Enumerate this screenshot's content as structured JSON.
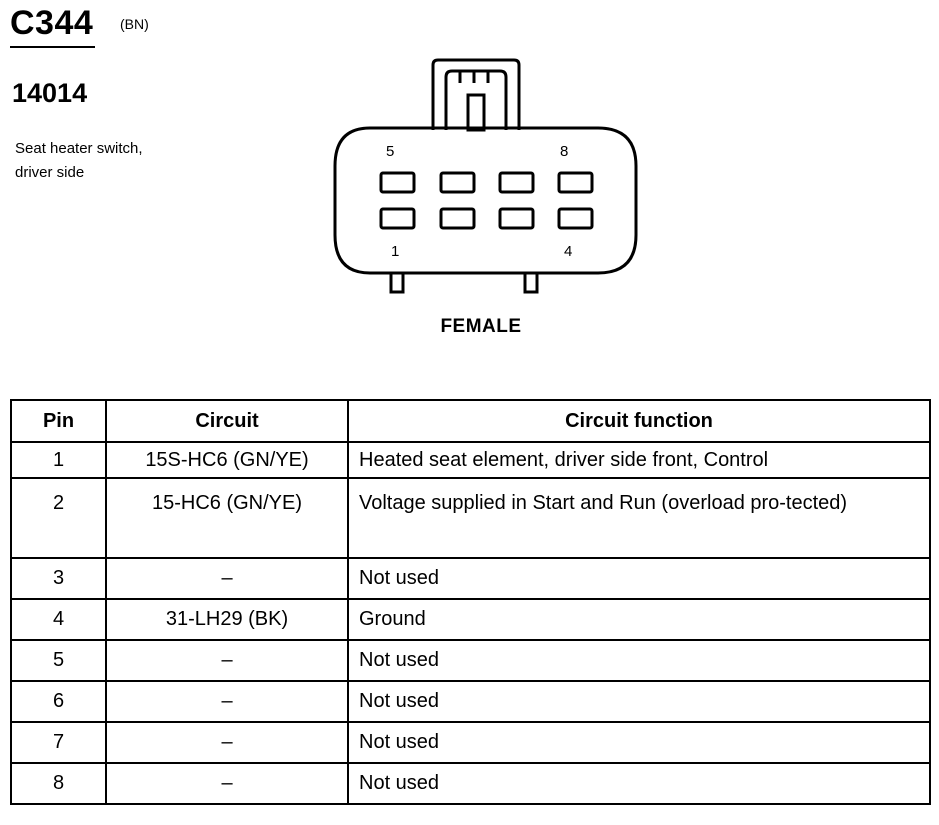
{
  "connector": {
    "id": "C344",
    "color_code": "(BN)",
    "part_number": "14014",
    "description_line1": "Seat heater switch,",
    "description_line2": "driver side"
  },
  "diagram": {
    "pin_labels": {
      "top_left": "5",
      "top_right": "8",
      "bottom_left": "1",
      "bottom_right": "4"
    },
    "view_label": "FEMALE"
  },
  "table": {
    "headers": [
      "Pin",
      "Circuit",
      "Circuit function"
    ],
    "rows": [
      {
        "pin": "1",
        "circuit": "15S-HC6 (GN/YE)",
        "function": "Heated seat element, driver side front, Control"
      },
      {
        "pin": "2",
        "circuit": "15-HC6 (GN/YE)",
        "function": "Voltage supplied in Start and Run (overload pro-tected)"
      },
      {
        "pin": "3",
        "circuit": "–",
        "function": "Not used"
      },
      {
        "pin": "4",
        "circuit": "31-LH29 (BK)",
        "function": "Ground"
      },
      {
        "pin": "5",
        "circuit": "–",
        "function": "Not used"
      },
      {
        "pin": "6",
        "circuit": "–",
        "function": "Not used"
      },
      {
        "pin": "7",
        "circuit": "–",
        "function": "Not used"
      },
      {
        "pin": "8",
        "circuit": "–",
        "function": "Not used"
      }
    ]
  }
}
